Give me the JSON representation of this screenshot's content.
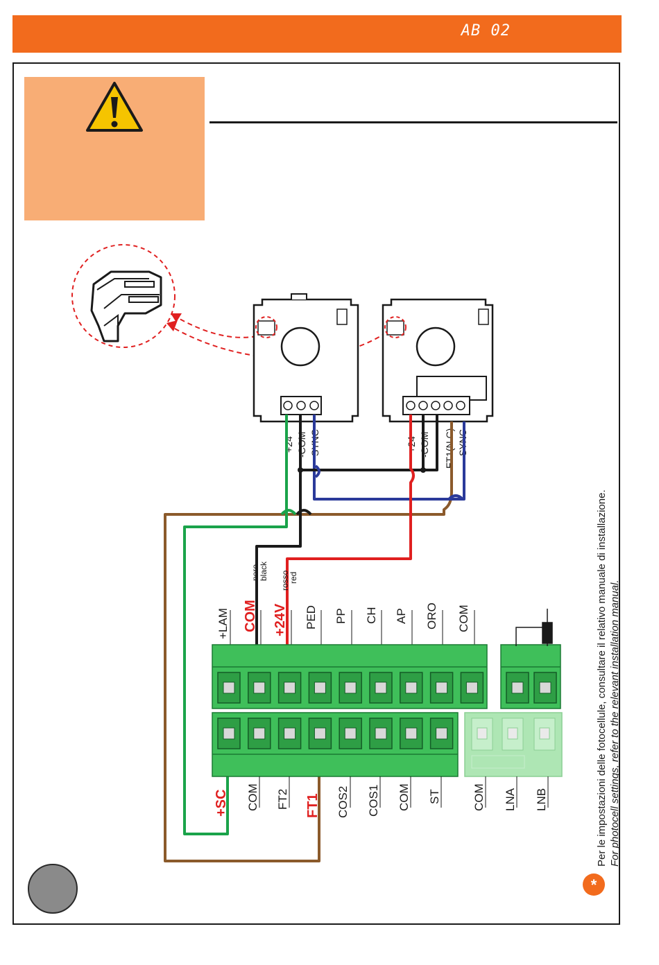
{
  "header": {
    "code": "AB 02"
  },
  "photocells": {
    "tx_terminals": [
      "+24",
      "-COM",
      "SYNC"
    ],
    "rx_terminals": [
      "+24",
      "-COM",
      "FT1(N.C)",
      "SYNC"
    ]
  },
  "wire_labels": {
    "black_it": "nero",
    "black_en": "black",
    "red_it": "rosso",
    "red_en": "red"
  },
  "terminal_block": {
    "top_labels": [
      "+LAM",
      "COM",
      "+24V",
      "PED",
      "PP",
      "CH",
      "AP",
      "ORO",
      "COM"
    ],
    "bottom_labels": [
      "+SC",
      "COM",
      "FT2",
      "FT1",
      "COS2",
      "COS1",
      "COM",
      "ST",
      "COM",
      "LNA",
      "LNB"
    ]
  },
  "note": {
    "it": "Per le impostazioni delle fotocellule, consultare il relativo manuale di installazione.",
    "en": "For photocell settings, refer to the relevant installation manual.",
    "badge": "*"
  },
  "colors": {
    "accent": "#f26b1d",
    "warning_bg": "#f8ad75",
    "green_wire": "#1aa34a",
    "red_wire": "#e02020",
    "blue_wire": "#2b3a9a",
    "brown_wire": "#8b5a2b",
    "terminal_green": "#3fbf5a"
  }
}
